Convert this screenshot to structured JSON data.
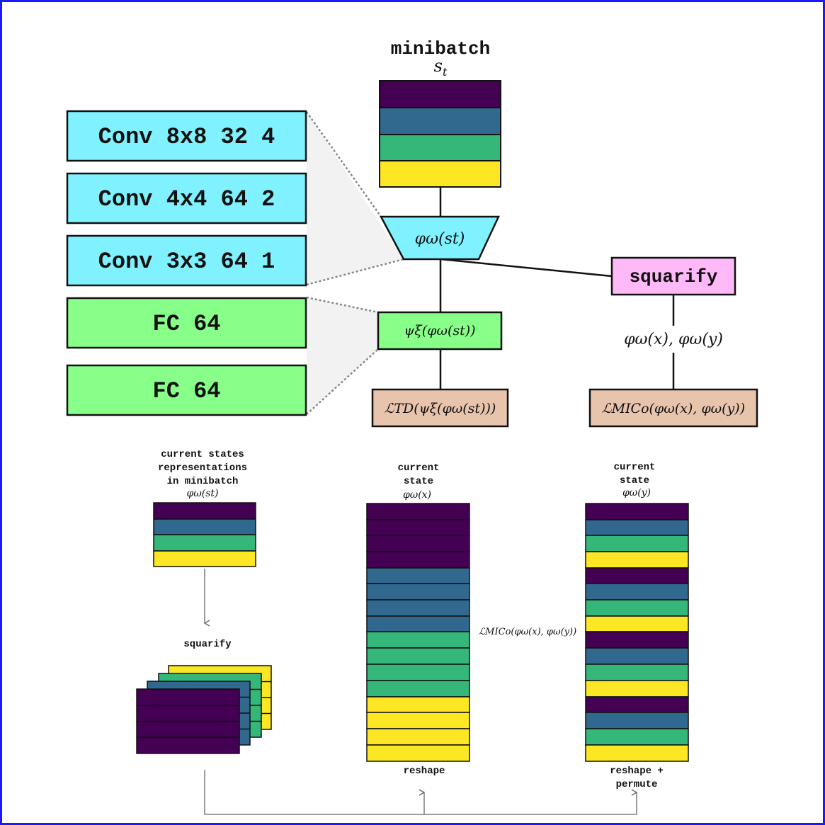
{
  "colors": {
    "purple": "#440154",
    "blue": "#31688e",
    "green": "#35b779",
    "yellow": "#fde725",
    "cyan": "#80f2ff",
    "light_green": "#88ff88",
    "pink": "#ffb8f8",
    "tan": "#e8c4ad",
    "border": "#1a1aff"
  },
  "top": {
    "minibatch_label": "minibatch",
    "minibatch_symbol": "s",
    "minibatch_symbol_sub": "t",
    "encoder_layers": [
      "Conv 8x8 32 4",
      "Conv 4x4 64 2",
      "Conv 3x3 64 1"
    ],
    "head_layers": [
      "FC 64",
      "FC 64"
    ],
    "encoder_node": "φω(st)",
    "head_node": "ψξ(φω(st))",
    "squarify_node": "squarify",
    "pair_label": "φω(x), φω(y)",
    "td_loss": "ℒTD(ψξ(φω(st)))",
    "mico_loss": "ℒMICo(φω(x), φω(y))"
  },
  "bottom": {
    "left_caption": [
      "current states",
      "representations",
      "in minibatch"
    ],
    "left_symbol": "φω(st)",
    "squarify_label": "squarify",
    "mid_caption": [
      "current",
      "state"
    ],
    "mid_symbol": "φω(x)",
    "right_caption": [
      "current",
      "state"
    ],
    "right_symbol": "φω(y)",
    "mid_loss": "ℒMICo(φω(x), φω(y))",
    "reshape_label": "reshape",
    "reshape_permute_label": [
      "reshape +",
      "permute"
    ]
  }
}
